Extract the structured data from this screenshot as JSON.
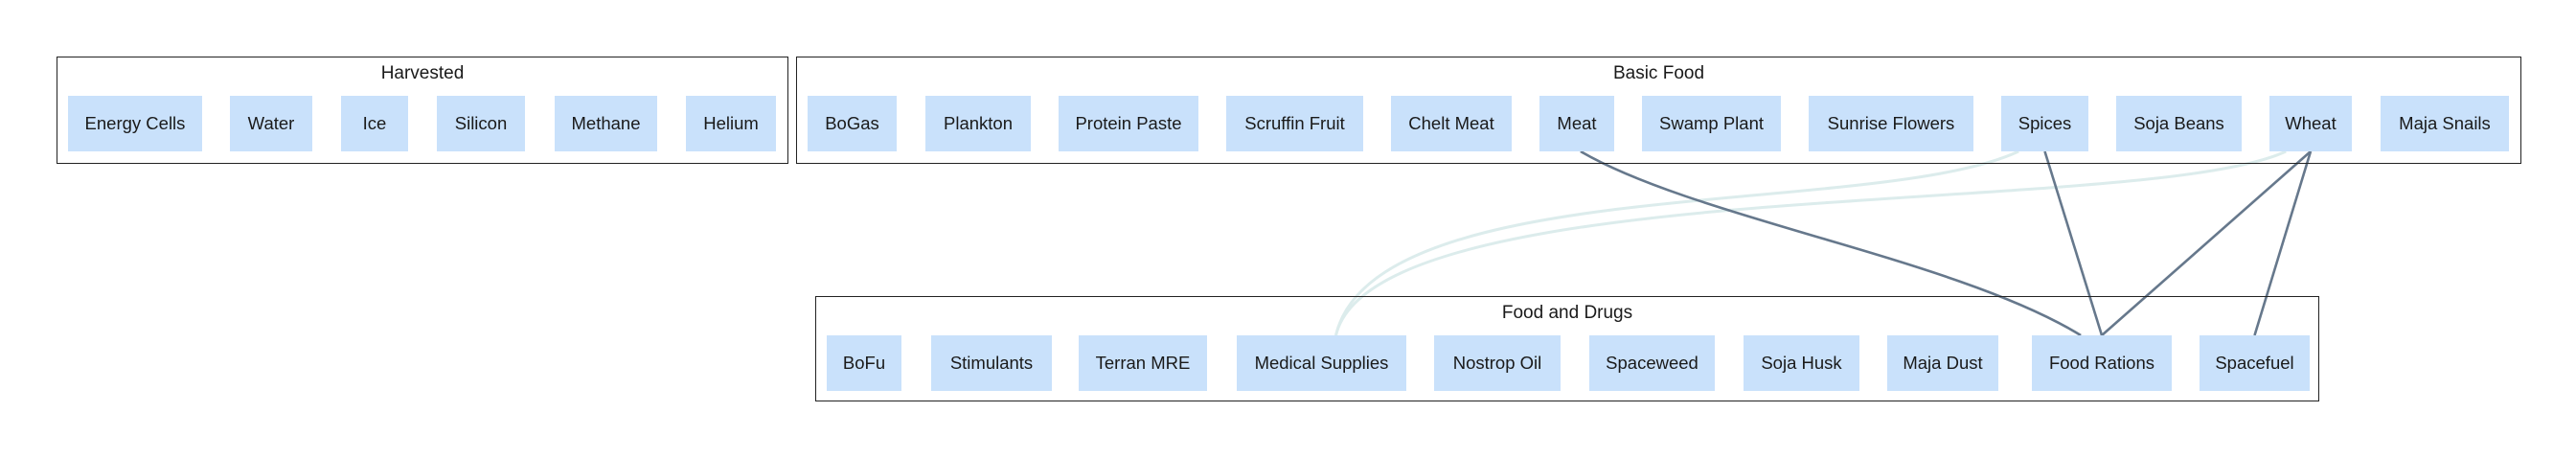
{
  "clusters": [
    {
      "title": "Harvested",
      "nodes": [
        "Energy Cells",
        "Water",
        "Ice",
        "Silicon",
        "Methane",
        "Helium"
      ]
    },
    {
      "title": "Basic Food",
      "nodes": [
        "BoGas",
        "Plankton",
        "Protein Paste",
        "Scruffin Fruit",
        "Chelt Meat",
        "Meat",
        "Swamp Plant",
        "Sunrise Flowers",
        "Spices",
        "Soja Beans",
        "Wheat",
        "Maja Snails"
      ]
    },
    {
      "title": "Food and Drugs",
      "nodes": [
        "BoFu",
        "Stimulants",
        "Terran MRE",
        "Medical Supplies",
        "Nostrop Oil",
        "Spaceweed",
        "Soja Husk",
        "Maja Dust",
        "Food Rations",
        "Spacefuel"
      ]
    }
  ],
  "edges": [
    {
      "from": "Meat",
      "to": "Food Rations",
      "style": "dark"
    },
    {
      "from": "Spices",
      "to": "Food Rations",
      "style": "dark"
    },
    {
      "from": "Wheat",
      "to": "Food Rations",
      "style": "dark"
    },
    {
      "from": "Wheat",
      "to": "Spacefuel",
      "style": "dark"
    },
    {
      "from": "Spices",
      "to": "Medical Supplies",
      "style": "light"
    },
    {
      "from": "Wheat",
      "to": "Medical Supplies",
      "style": "light"
    }
  ],
  "colors": {
    "node_fill": "#c9e1fb",
    "cluster_border": "#222222",
    "edge_dark": "#66788c",
    "edge_light": "#dcecec"
  }
}
